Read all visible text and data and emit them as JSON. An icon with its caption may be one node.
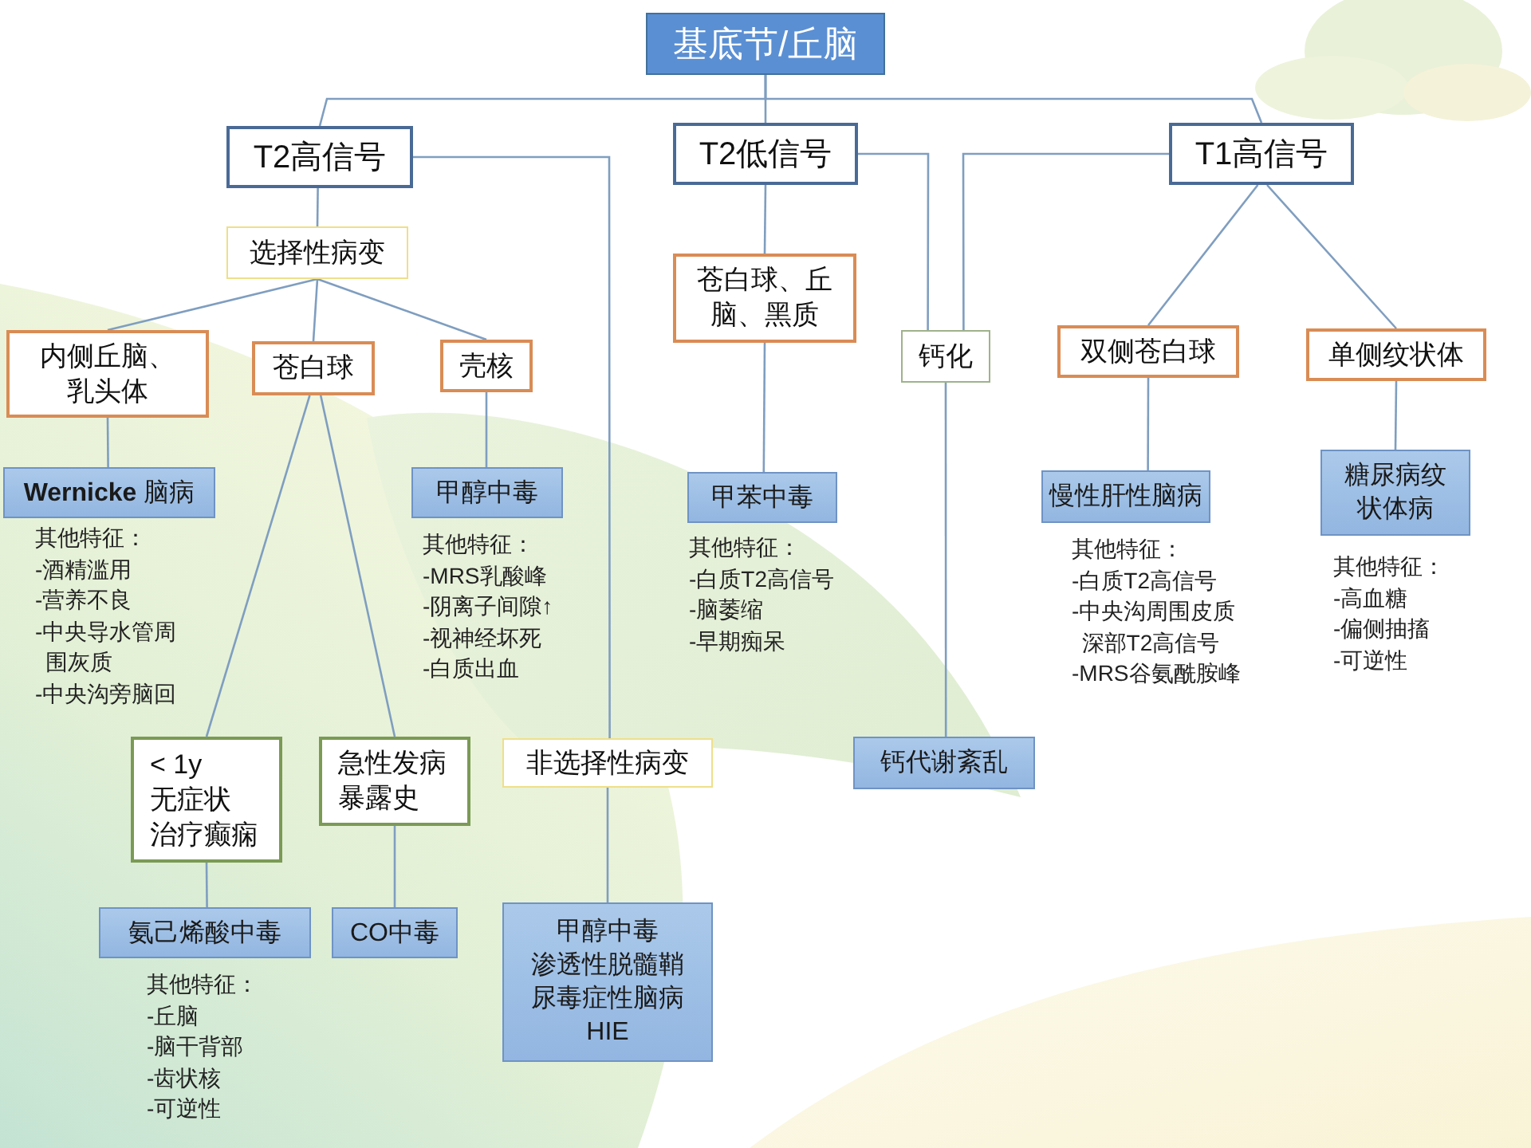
{
  "diagram": {
    "nodes": [
      {
        "text": [
          "基底节/丘脑"
        ]
      },
      {
        "text": [
          "T2高信号"
        ]
      },
      {
        "text": [
          "T2低信号"
        ]
      },
      {
        "text": [
          "T1高信号"
        ]
      },
      {
        "text": [
          "选择性病变"
        ]
      },
      {
        "text": [
          "苍白球、丘脑、黑质"
        ]
      },
      {
        "text": [
          "钙化"
        ]
      },
      {
        "text": [
          "双侧苍白球"
        ]
      },
      {
        "text": [
          "单侧纹状体"
        ]
      },
      {
        "text": [
          "内侧丘脑、乳头体"
        ]
      },
      {
        "text": [
          "苍白球"
        ]
      },
      {
        "text": [
          "壳核"
        ]
      },
      {
        "text": [
          "**Wernicke** 脑病"
        ],
        "beside": [
          "其他特征：",
          "-酒精滥用",
          "-营养不良",
          "-中央导水管周围灰质",
          "-中央沟旁脑回"
        ]
      },
      {
        "text": [
          "甲醇中毒"
        ],
        "beside": [
          "其他特征：",
          "-MRS乳酸峰",
          "-阴离子间隙↑",
          "-视神经坏死",
          "-白质出血"
        ]
      },
      {
        "text": [
          "甲苯中毒"
        ],
        "beside": [
          "其他特征：",
          "-白质T2高信号",
          "-脑萎缩",
          "-早期痴呆"
        ]
      },
      {
        "text": [
          "慢性肝性脑病"
        ],
        "beside": [
          "其他特征：",
          "-白质T2高信号",
          "-中央沟周围皮质深部T2高信号",
          "-MRS谷氨酰胺峰"
        ]
      },
      {
        "text": [
          "糖尿病纹状体病"
        ],
        "beside": [
          "其他特征：",
          "-高血糖",
          "-偏侧抽搐",
          "-可逆性"
        ]
      },
      {
        "text": [
          "< 1y",
          "无症状",
          "治疗癫痫"
        ]
      },
      {
        "text": [
          "急性发病",
          "暴露史"
        ]
      },
      {
        "text": [
          "非选择性病变"
        ]
      },
      {
        "text": [
          "钙代谢紊乱"
        ]
      },
      {
        "text": [
          "氨己烯酸中毒"
        ],
        "beside": [
          "其他特征：",
          "-丘脑",
          "-脑干背部",
          "-齿状核",
          "-可逆性"
        ]
      },
      {
        "text": [
          "CO中毒"
        ]
      },
      {
        "text": [
          "甲醇中毒",
          "渗透性脱髓鞘",
          "尿毒症性脑病",
          "HIE"
        ]
      }
    ],
    "edges": [
      {
        "from": 0,
        "to": 1,
        "arrow": "none"
      },
      {
        "from": 0,
        "to": 2,
        "arrow": "none"
      },
      {
        "from": 0,
        "to": 3,
        "arrow": "none"
      },
      {
        "from": 1,
        "to": 4,
        "arrow": "none"
      },
      {
        "from": 1,
        "to": 19,
        "arrow": "none"
      },
      {
        "from": 4,
        "to": 9,
        "arrow": "none"
      },
      {
        "from": 4,
        "to": 10,
        "arrow": "none"
      },
      {
        "from": 4,
        "to": 11,
        "arrow": "none"
      },
      {
        "from": 9,
        "to": 12,
        "arrow": "none"
      },
      {
        "from": 11,
        "to": 13,
        "arrow": "none"
      },
      {
        "from": 10,
        "to": 17,
        "arrow": "none"
      },
      {
        "from": 10,
        "to": 18,
        "arrow": "none"
      },
      {
        "from": 17,
        "to": 21,
        "arrow": "none"
      },
      {
        "from": 18,
        "to": 22,
        "arrow": "none"
      },
      {
        "from": 19,
        "to": 23,
        "arrow": "none"
      },
      {
        "from": 2,
        "to": 5,
        "arrow": "none"
      },
      {
        "from": 5,
        "to": 14,
        "arrow": "none"
      },
      {
        "from": 2,
        "to": 6,
        "arrow": "none"
      },
      {
        "from": 3,
        "to": 6,
        "arrow": "none"
      },
      {
        "from": 6,
        "to": 20,
        "arrow": "none"
      },
      {
        "from": 3,
        "to": 7,
        "arrow": "none"
      },
      {
        "from": 3,
        "to": 8,
        "arrow": "none"
      },
      {
        "from": 7,
        "to": 15,
        "arrow": "none"
      },
      {
        "from": 8,
        "to": 16,
        "arrow": "none"
      }
    ]
  }
}
